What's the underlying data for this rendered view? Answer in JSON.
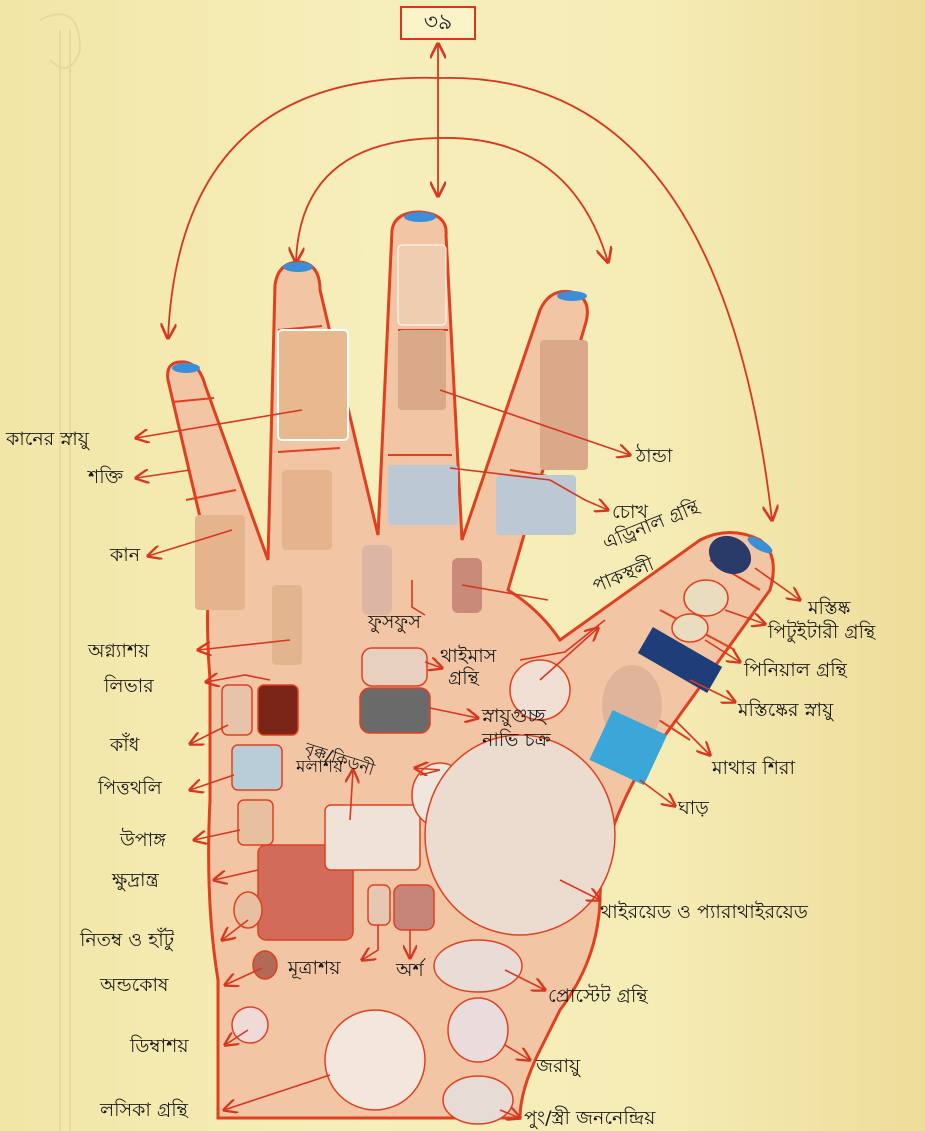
{
  "page_number": "৩৯",
  "colors": {
    "hand_fill": "#f2c6a4",
    "hand_outline": "#e0401f",
    "leader_line": "#d8361f",
    "fingertip": "#3a8fd8"
  },
  "labels": {
    "ear_nerve": "কানের স্নায়ু",
    "strength": "শক্তি",
    "ear": "কান",
    "pancreas": "অগ্ন্যাশয়",
    "liver": "লিভার",
    "shoulder": "কাঁধ",
    "gallbladder": "পিত্তথলি",
    "appendix": "উপাঙ্গ",
    "small_intestine": "ক্ষুদ্রান্ত্র",
    "hip_knee": "নিতম্ব ও হাঁটু",
    "testicle": "অন্ডকোষ",
    "ovary": "ডিম্বাশয়",
    "lymph_gland": "লসিকা গ্রন্থি",
    "cold": "ঠান্ডা",
    "eye": "চোখ",
    "adrenal_gland": "এড্রিনাল গ্রন্থি",
    "stomach": "পাকস্থলী",
    "lungs": "ফুসফুস",
    "thymus_gland_1": "থাইমাস",
    "thymus_gland_2": "গ্রন্থি",
    "solar_plexus_1": "স্নায়ুগুচ্ছ",
    "solar_plexus_2": "নাভি চক্র",
    "kidney": "বৃক্ক/কিডনী",
    "colon": "মলাশয়",
    "brain": "মস্তিষ্ক",
    "pituitary_gland": "পিটুইটারী গ্রন্থি",
    "pineal_gland": "পিনিয়াল গ্রন্থি",
    "brain_nerve": "মস্তিষ্কের স্নায়ু",
    "head_vein": "মাথার শিরা",
    "neck": "ঘাড়",
    "thyroid": "থাইরয়েড ও প্যারাথাইরয়েড",
    "bladder": "মূত্রাশয়",
    "piles": "অর্শ",
    "prostate_gland": "প্রোস্টেট গ্রন্থি",
    "uterus": "জরায়ু",
    "genitals": "পুং/স্ত্রী জননেন্দ্রিয়"
  }
}
